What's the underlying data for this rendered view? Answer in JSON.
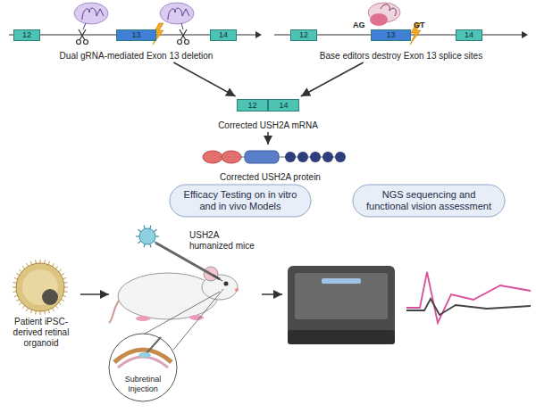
{
  "diagram": {
    "nodes": [
      {
        "text": [
          "Dual gRNA-mediated Exon 13 deletion"
        ]
      },
      {
        "text": [
          "12"
        ],
        "in": 0
      },
      {
        "text": [
          "13"
        ],
        "in": 0
      },
      {
        "text": [
          "14"
        ],
        "in": 0
      },
      {
        "text": [
          "Base editors destroy Exon 13 splice sites"
        ]
      },
      {
        "text": [
          "12"
        ],
        "in": 4
      },
      {
        "text": [
          "13"
        ],
        "in": 4
      },
      {
        "text": [
          "14"
        ],
        "in": 4
      },
      {
        "text": [
          "Corrected USH2A mRNA"
        ]
      },
      {
        "text": [
          "12"
        ],
        "in": 8
      },
      {
        "text": [
          "14"
        ],
        "in": 8
      },
      {
        "text": [
          "Corrected USH2A protein"
        ]
      },
      {
        "text": [
          "Efficacy Testing on in vitro and in vivo Models"
        ]
      },
      {
        "text": [
          "NGS sequencing and functional vision assessment"
        ]
      },
      {
        "text": [
          "Patient iPSC-derived retinal organoid"
        ]
      },
      {
        "text": [
          "USH2A humanized mice"
        ]
      },
      {
        "text": [
          "Subretinal Injection"
        ]
      }
    ],
    "edges": [
      {
        "from": 0,
        "to": 8,
        "arrow": "to"
      },
      {
        "from": 4,
        "to": 8,
        "arrow": "to"
      },
      {
        "from": 8,
        "to": 11,
        "arrow": "to"
      },
      {
        "from": 14,
        "to": 15,
        "arrow": "to"
      }
    ],
    "labels": [
      "AG",
      "GT"
    ]
  }
}
